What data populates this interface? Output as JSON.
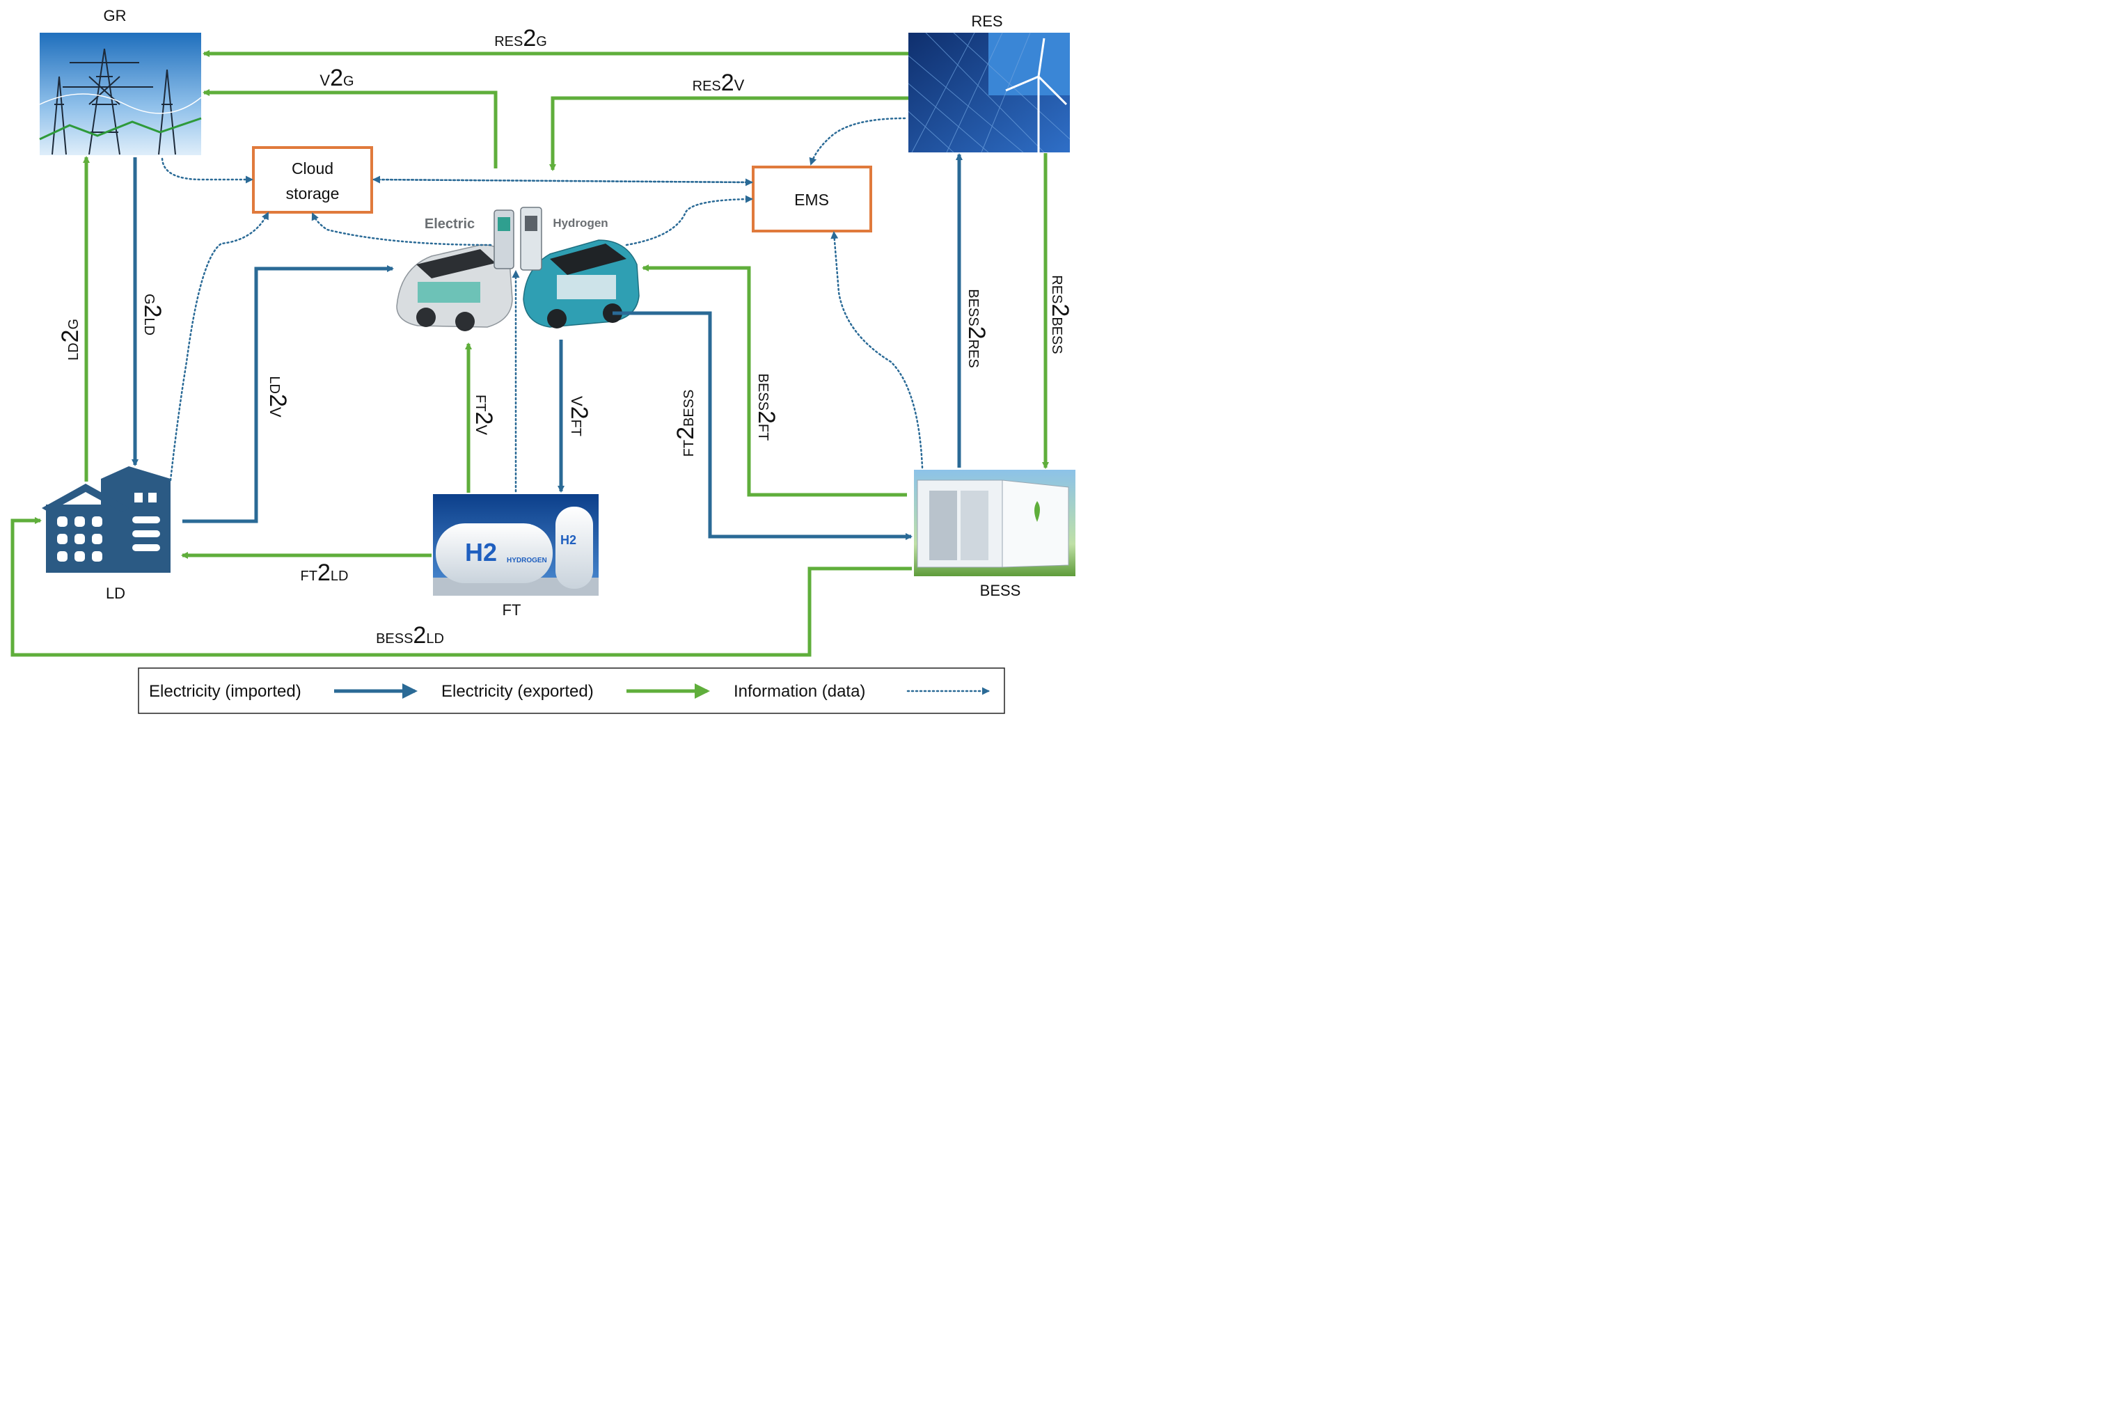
{
  "colors": {
    "imported": "#2a6a96",
    "exported": "#5fae3b",
    "data": "#2a6a96",
    "box_border": "#e07a3c",
    "text": "#111111"
  },
  "nodes": {
    "gr": "GR",
    "res": "RES",
    "ld": "LD",
    "ft": "FT",
    "bess": "BESS",
    "cloud_line1": "Cloud",
    "cloud_line2": "storage",
    "ems": "EMS",
    "station_electric": "Electric",
    "station_hydrogen": "Hydrogen",
    "h2_tank_label": "H2",
    "h2_tank_sub": "HYDROGEN",
    "h2_small_label": "H2"
  },
  "flows": {
    "res2g": {
      "a": "RES",
      "b": "G"
    },
    "v2g": {
      "a": "V",
      "b": "G"
    },
    "res2v": {
      "a": "RES",
      "b": "V"
    },
    "g2ld": {
      "a": "G",
      "b": "LD"
    },
    "ld2g": {
      "a": "LD",
      "b": "G"
    },
    "ld2v": {
      "a": "LD",
      "b": "V"
    },
    "ft2v": {
      "a": "FT",
      "b": "V"
    },
    "v2ft": {
      "a": "V",
      "b": "FT"
    },
    "ft2bess": {
      "a": "FT",
      "b": "BESS"
    },
    "bess2ft": {
      "a": "BESS",
      "b": "FT"
    },
    "bess2res": {
      "a": "BESS",
      "b": "RES"
    },
    "res2bess": {
      "a": "RES",
      "b": "BESS"
    },
    "ft2ld": {
      "a": "FT",
      "b": "LD"
    },
    "bess2ld": {
      "a": "BESS",
      "b": "LD"
    }
  },
  "legend": {
    "imported": "Electricity (imported)",
    "exported": "Electricity (exported)",
    "data": "Information (data)"
  }
}
